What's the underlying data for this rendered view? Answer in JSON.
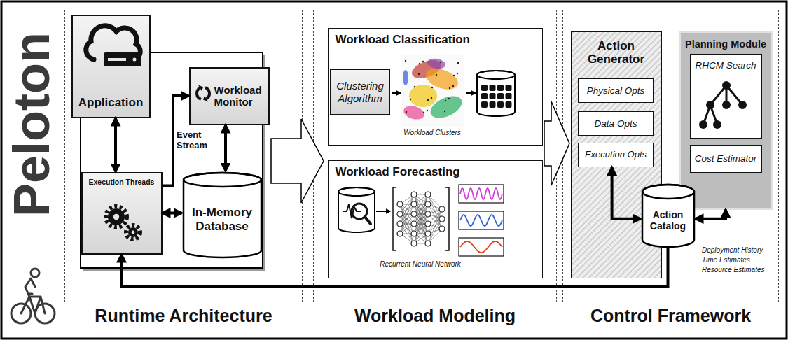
{
  "diagram": {
    "nodes": [
      {
        "text": [
          "Runtime Architecture"
        ]
      },
      {
        "text": [
          "Application"
        ],
        "in": 0
      },
      {
        "text": [
          "Workload Monitor"
        ],
        "in": 0
      },
      {
        "text": [
          "Execution Threads"
        ],
        "in": 0
      },
      {
        "text": [
          "In-Memory Database"
        ],
        "in": 0
      },
      {
        "text": [
          "Workload Modeling"
        ]
      },
      {
        "text": [
          "Workload Classification"
        ],
        "in": 5
      },
      {
        "text": [
          "Clustering Algorithm"
        ],
        "in": 6
      },
      {
        "text": [
          "Workload Forecasting"
        ],
        "in": 5
      },
      {
        "text": [
          "Control Framework"
        ]
      },
      {
        "text": [
          "Action Generator"
        ],
        "in": 9
      },
      {
        "text": [
          "Physical Opts"
        ],
        "in": 10
      },
      {
        "text": [
          "Data Opts"
        ],
        "in": 10
      },
      {
        "text": [
          "Execution Opts"
        ],
        "in": 10
      },
      {
        "text": [
          "Planning Module"
        ],
        "in": 9
      },
      {
        "text": [
          "RHCM Search"
        ],
        "in": 14
      },
      {
        "text": [
          "Cost Estimator"
        ],
        "in": 14
      },
      {
        "text": [
          "Action Catalog"
        ],
        "in": 9
      }
    ],
    "edges": [
      {
        "from": 1,
        "to": 3,
        "arrow": "both"
      },
      {
        "from": 3,
        "to": 2,
        "label": "Event Stream",
        "arrow": "to"
      },
      {
        "from": 2,
        "to": 4,
        "arrow": "both"
      },
      {
        "from": 3,
        "to": 4,
        "arrow": "both"
      },
      {
        "from": 0,
        "to": 5,
        "arrow": "to"
      },
      {
        "from": 5,
        "to": 9,
        "arrow": "to"
      },
      {
        "from": 13,
        "to": 17,
        "arrow": "both"
      },
      {
        "from": 17,
        "to": 14,
        "arrow": "both"
      },
      {
        "from": 17,
        "to": 3,
        "arrow": "to"
      }
    ],
    "labels": [
      "Peloton",
      "Workload Clusters",
      "Recurrent Neural Network",
      "Deployment History",
      "Time Estimates",
      "Resource Estimates"
    ]
  }
}
